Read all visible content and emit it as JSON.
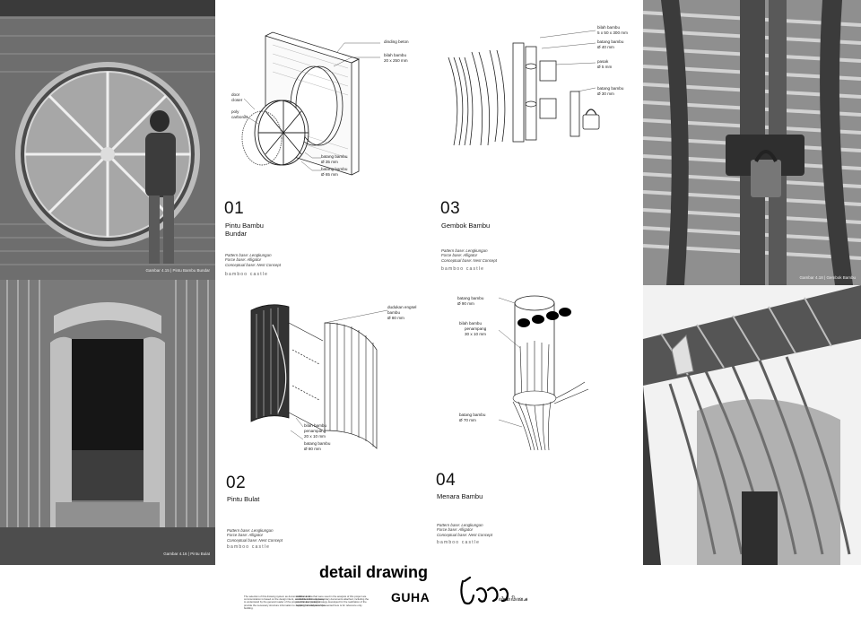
{
  "photos": {
    "top_left_caption": "Gambar 4.15 | Pintu Bambu Bundar",
    "bottom_left_caption": "Gambar 4.16 | Pintu Bulat",
    "top_right_caption": "Gambar 4.18 | Gembok Bambu",
    "bottom_right_caption": ""
  },
  "panels": [
    {
      "number": "01",
      "name_line1": "Pintu Bambu",
      "name_line2": "Bundar",
      "meta": [
        "Pattern base: Lengkungan",
        "Force base: Alligator",
        "Conceptual base: Nest Concept"
      ],
      "brand": "bamboo castle",
      "labels": {
        "l1": "dinding beton",
        "l2a": "bilah bambu",
        "l2b": "20 x 250 mm",
        "l3a": "door",
        "l3b": "closer",
        "l4a": "poly",
        "l4b": "carbonat",
        "l5a": "batang bambu",
        "l5b": "Ø 35 mm",
        "l6a": "batang bambu",
        "l6b": "Ø 65 mm"
      }
    },
    {
      "number": "03",
      "name_line1": "Gembok Bambu",
      "meta": [
        "Pattern base: Lengkungan",
        "Force base: Alligator",
        "Conceptual base: Nest Concept"
      ],
      "brand": "bamboo castle",
      "labels": {
        "l1a": "bilah bambu",
        "l1b": "5 x 50 x 300 mm",
        "l2a": "batang bambu",
        "l2b": "Ø 40 mm",
        "l3a": "pasak",
        "l3b": "Ø 5 mm",
        "l4a": "batang bambu",
        "l4b": "Ø 30 mm"
      }
    },
    {
      "number": "02",
      "name_line1": "Pintu Bulat",
      "meta": [
        "Pattern base: Lengkungan",
        "Force base: Alligator",
        "Conceptual base: Nest Concept"
      ],
      "brand": "bamboo castle",
      "labels": {
        "l1a": "dudukan engsel",
        "l1b": "bambu",
        "l1c": "Ø 80 mm",
        "l2a": "bilah bambu",
        "l2b": "penampang",
        "l2c": "20 x 10 mm",
        "l3a": "batang bambu",
        "l3b": "Ø 80 mm"
      }
    },
    {
      "number": "04",
      "name_line1": "Menara Bambu",
      "meta": [
        "Pattern base: Lengkungan",
        "Force base: Alligator",
        "Conceptual base: Nest Concept"
      ],
      "brand": "bamboo castle",
      "labels": {
        "l1a": "batang bambu",
        "l1b": "Ø 90 mm",
        "l2a": "bilah bambu",
        "l2b": "penampang",
        "l2c": "30 x 10 mm",
        "l3a": "batang bambu",
        "l3b": "Ø 70 mm"
      }
    }
  ],
  "footer": {
    "title": "detail drawing",
    "subtitle": "GUHA",
    "para_left": "The selection of this drawing system as documentation and communication is based on the design intent, and is intended to be easy to understand by the general reader of the project. It is also meant to provide the necessary structure information to support the analysis of the building.",
    "para_right": "Additional data that were used in the analysis of this project are available in the supplementary documents attached, including the material and joining strategy developed for the realization of the building; all information presented here is for reference only.",
    "logo_sub": "ꦲꦶꦫꦮꦼꦠ꧀ꦱ"
  }
}
